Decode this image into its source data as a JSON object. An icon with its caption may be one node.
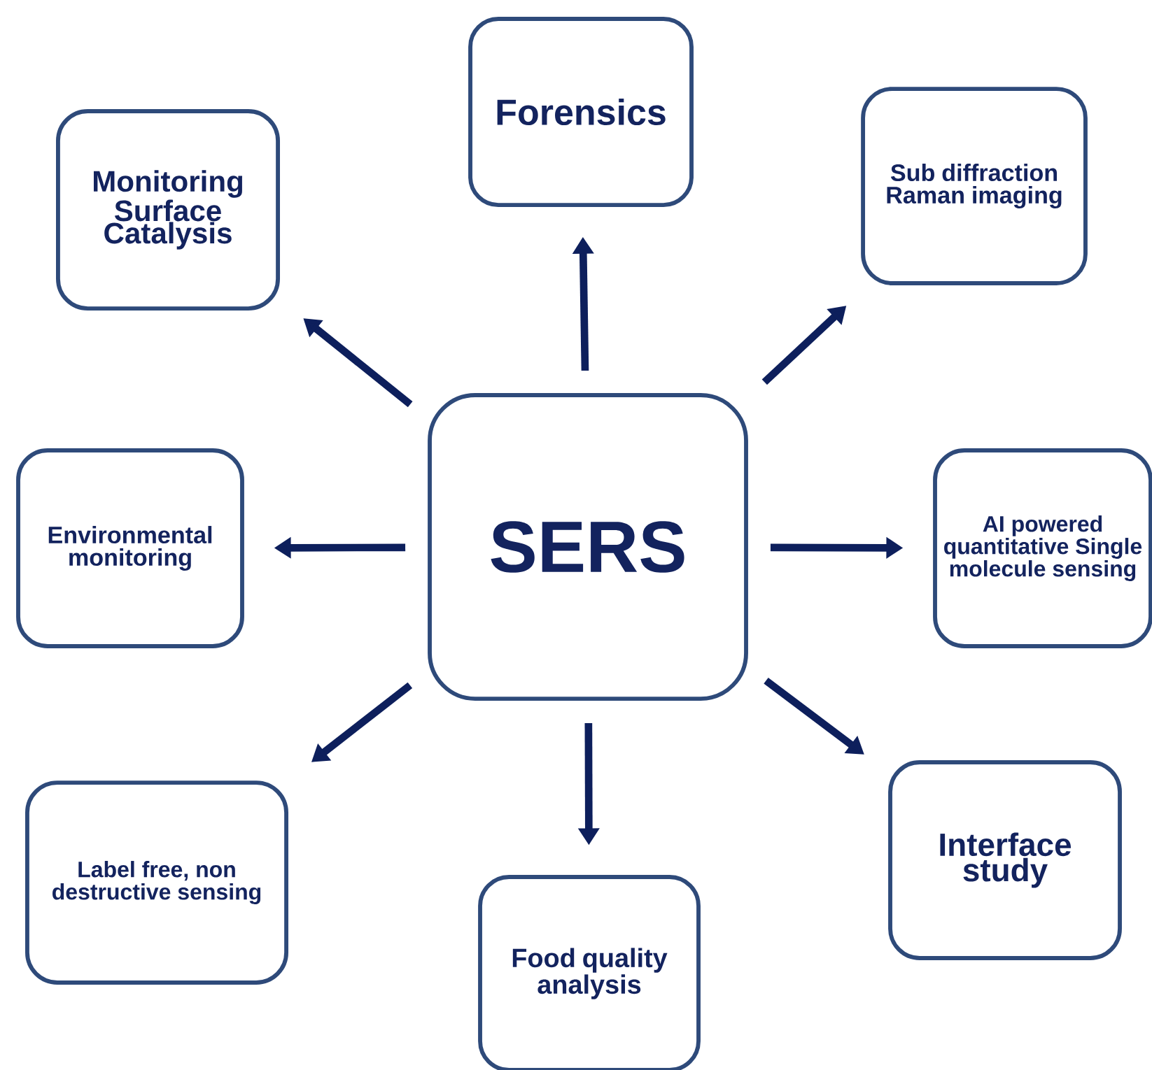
{
  "diagram": {
    "nodes": [
      {
        "text": [
          "SERS"
        ]
      },
      {
        "text": [
          "Forensics"
        ]
      },
      {
        "text": [
          "Monitoring Surface Catalysis"
        ]
      },
      {
        "text": [
          "Sub diffraction Raman imaging"
        ]
      },
      {
        "text": [
          "Environmental monitoring"
        ]
      },
      {
        "text": [
          "AI powered quantitative Single molecule sensing"
        ]
      },
      {
        "text": [
          "Label free, non destructive sensing"
        ]
      },
      {
        "text": [
          "Food quality analysis"
        ]
      },
      {
        "text": [
          "Interface study"
        ]
      }
    ],
    "edges": [
      {
        "from": 0,
        "to": 1,
        "arrow": "to"
      },
      {
        "from": 0,
        "to": 2,
        "arrow": "to"
      },
      {
        "from": 0,
        "to": 3,
        "arrow": "to"
      },
      {
        "from": 0,
        "to": 4,
        "arrow": "to"
      },
      {
        "from": 0,
        "to": 5,
        "arrow": "to"
      },
      {
        "from": 0,
        "to": 6,
        "arrow": "to"
      },
      {
        "from": 0,
        "to": 7,
        "arrow": "to"
      },
      {
        "from": 0,
        "to": 8,
        "arrow": "to"
      }
    ]
  }
}
